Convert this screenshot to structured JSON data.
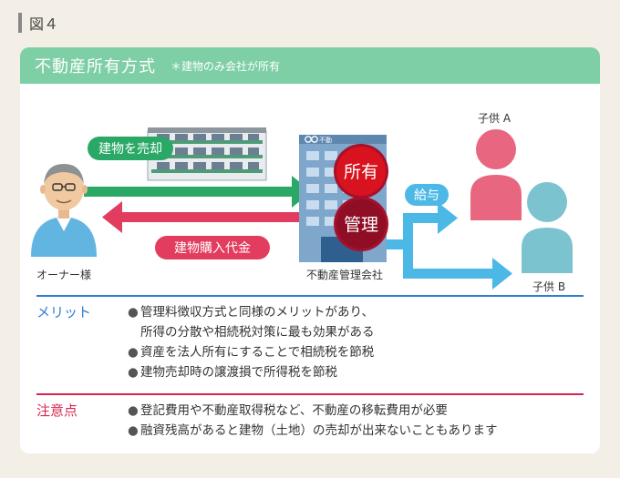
{
  "figure_label": "図４",
  "header": {
    "title": "不動産所有方式",
    "note": "＊建物のみ会社が所有"
  },
  "diagram": {
    "owner_label": "オーナー様",
    "company_label": "不動産管理会社",
    "child_a_label": "子供 A",
    "child_b_label": "子供 B",
    "sell_label": "建物を売却",
    "payment_label": "建物購入代金",
    "salary_label": "給与",
    "own_label": "所有",
    "manage_label": "管理",
    "building_sign": "不動"
  },
  "merit": {
    "title": "メリット",
    "items": [
      "管理料徴収方式と同様のメリットがあり、",
      "所得の分散や相続税対策に最も効果がある",
      "資産を法人所有にすることで相続税を節税",
      "建物売却時の譲渡損で所得税を節税"
    ]
  },
  "caution": {
    "title": "注意点",
    "items": [
      "登記費用や不動産取得税など、不動産の移転費用が必要",
      "融資残高があると建物（土地）の売却が出来ないこともあります"
    ]
  },
  "colors": {
    "green": "#2aa866",
    "pink": "#e23c5e",
    "blue": "#4cb8e6",
    "dark_red": "#a5112b",
    "red": "#d9121f",
    "merit_line": "#2f7fd0",
    "caution_line": "#d8234f"
  },
  "icons": [
    "person-owner-icon",
    "apartment-icon",
    "office-building-icon",
    "person-silhouette-icon"
  ]
}
